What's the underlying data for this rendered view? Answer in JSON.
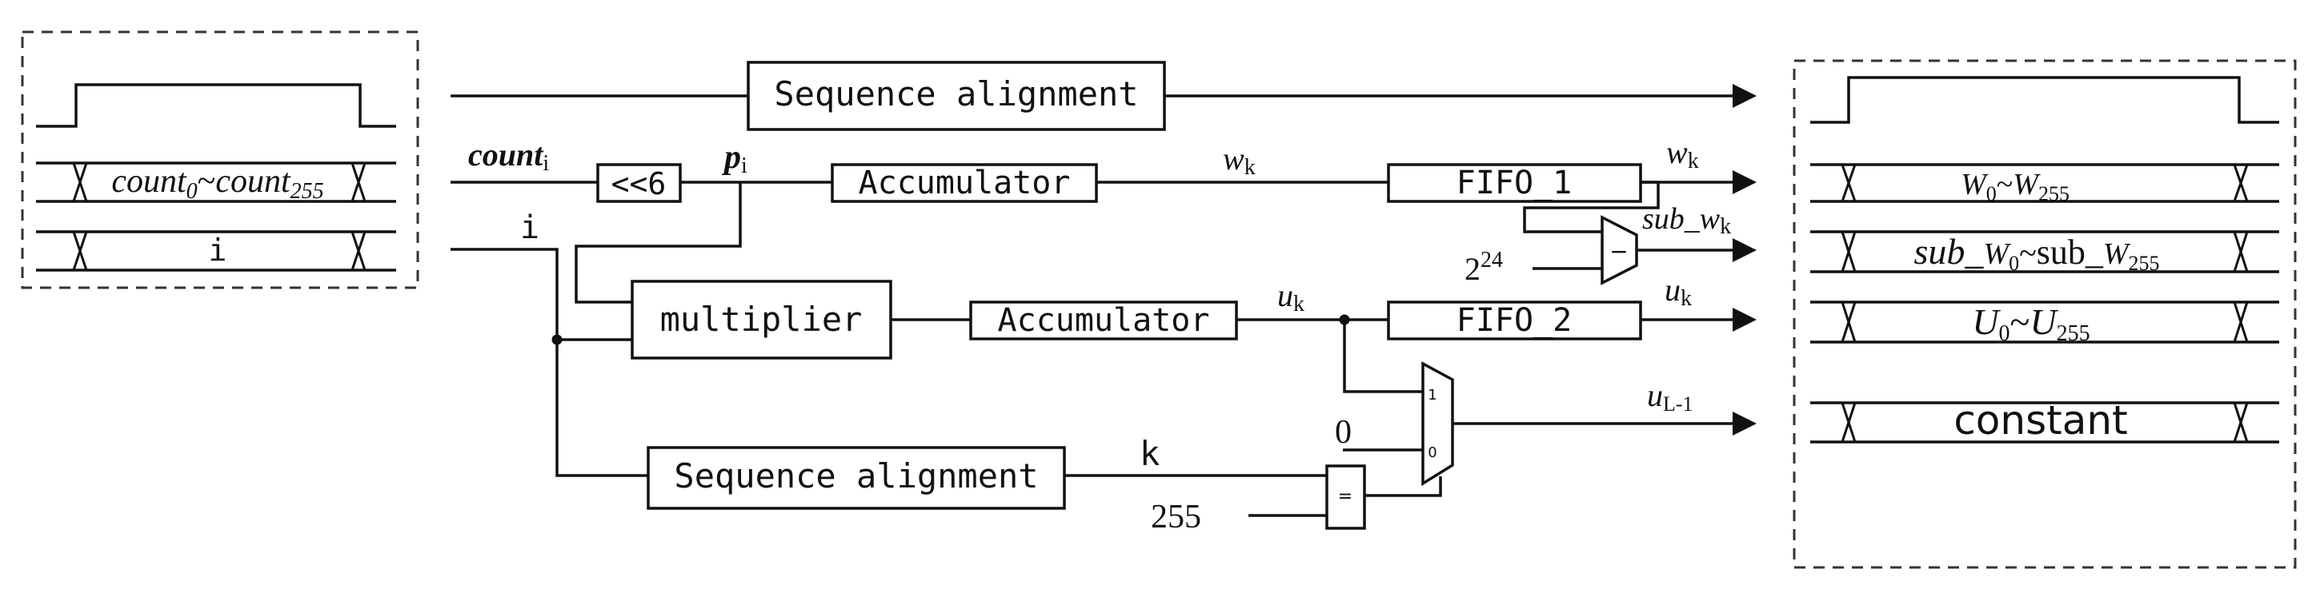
{
  "blocks": {
    "seq_top": "Sequence alignment",
    "shift": "<<6",
    "acc1": "Accumulator",
    "fifo1": "FIFO_1",
    "mult": "multiplier",
    "acc2": "Accumulator",
    "fifo2": "FIFO_2",
    "seq_bottom": "Sequence alignment",
    "cmp": "=",
    "sub": "−",
    "mux_in1": "1",
    "mux_in0": "0"
  },
  "inputs": {
    "count_label": {
      "base": "count",
      "sub": "i"
    },
    "i_label": "i",
    "count_bus": {
      "a": "count",
      "a_sub": "0",
      "sep": "~",
      "b": "count",
      "b_sub": "255"
    },
    "i_bus": "i",
    "const_224": {
      "base": "2",
      "sup": "24"
    },
    "const_0": "0",
    "const_255": "255"
  },
  "signals": {
    "p": {
      "base": "p",
      "sub": "i"
    },
    "w_mid": {
      "base": "w",
      "sub": "k"
    },
    "w_out": {
      "base": "w",
      "sub": "k"
    },
    "sub_w": {
      "base": "sub_w",
      "sub": "k"
    },
    "u_mid": {
      "base": "u",
      "sub": "k"
    },
    "u_out": {
      "base": "u",
      "sub": "k"
    },
    "u_last": {
      "base": "u",
      "sub": "L-1"
    },
    "k": "k"
  },
  "outputs": {
    "w_bus": {
      "a": "W",
      "a_sub": "0",
      "sep": "~",
      "b": "W",
      "b_sub": "255"
    },
    "subw_bus": {
      "pre1": "sub_",
      "a": "W",
      "a_sub": "0",
      "sep": "~",
      "pre2": "sub_",
      "b": "W",
      "b_sub": "255"
    },
    "u_bus": {
      "a": "U",
      "a_sub": "0",
      "sep": "~",
      "b": "U",
      "b_sub": "255"
    },
    "const_bus": "constant"
  }
}
